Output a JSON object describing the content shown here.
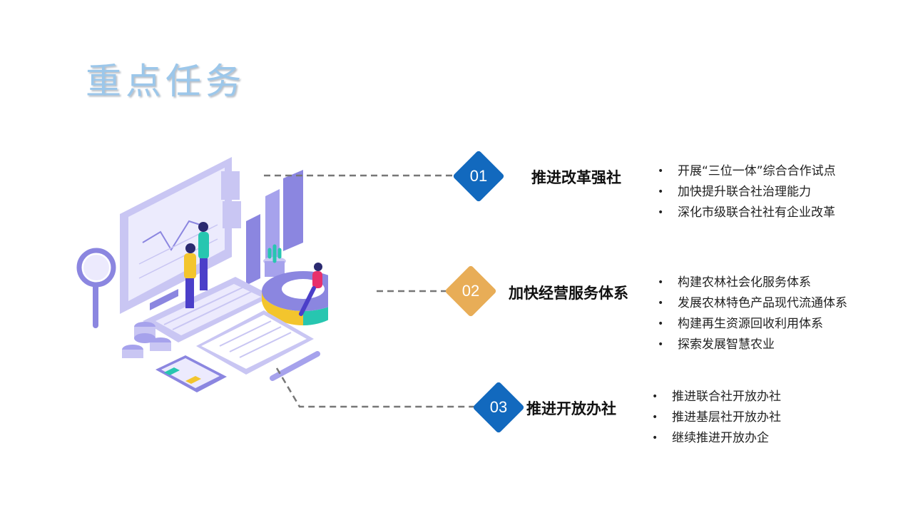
{
  "title": "重点任务",
  "colors": {
    "title": "#9cc7ea",
    "blue_badge": "#1269be",
    "orange_badge": "#e8ad57",
    "illustration_purple": "#8b86e0",
    "illustration_teal": "#27c6b0",
    "illustration_yellow": "#f3c52d",
    "connector": "#777777"
  },
  "tasks": [
    {
      "number": "01",
      "title": "推进改革强社",
      "badge_color": "#1269be",
      "items": [
        "开展“三位一体”综合合作试点",
        "加快提升联合社治理能力",
        "深化市级联合社社有企业改革"
      ]
    },
    {
      "number": "02",
      "title": "加快经营服务体系",
      "badge_color": "#e8ad57",
      "items": [
        "构建农林社会化服务体系",
        "发展农林特色产品现代流通体系",
        "构建再生资源回收利用体系",
        "探索发展智慧农业"
      ]
    },
    {
      "number": "03",
      "title": "推进开放办社",
      "badge_color": "#1269be",
      "items": [
        "推进联合社开放办社",
        "推进基层社开放办社",
        "继续推进开放办企"
      ]
    }
  ]
}
